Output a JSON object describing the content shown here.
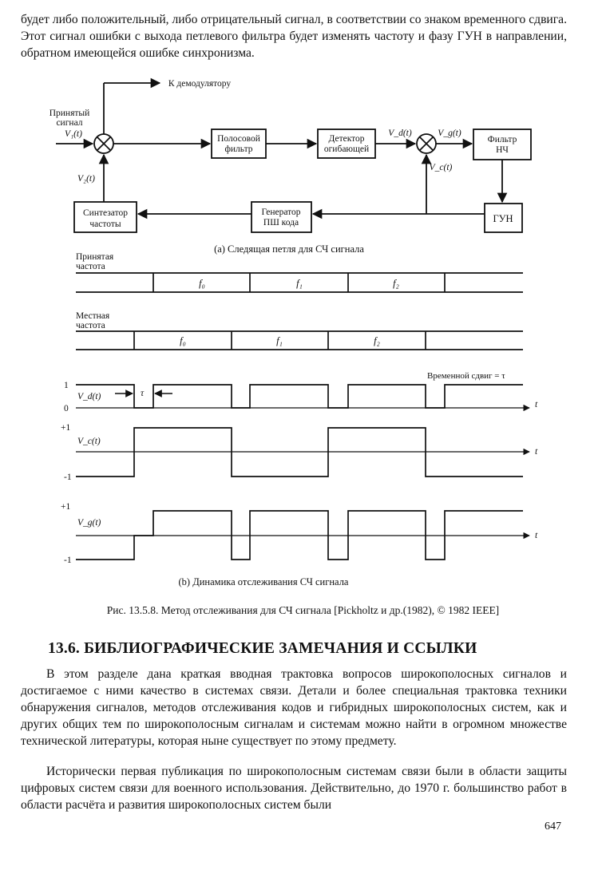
{
  "top_paragraph": "будет либо положительный, либо отрицательный сигнал, в соответствии со знаком временного сдвига. Этот сигнал ошибки с выхода петлевого фильтра будет изменять частоту и фазу ГУН в направлении, обратном имеющейся ошибке синхронизма.",
  "block_diagram": {
    "to_demodulator": "К демодулятору",
    "received_signal_line1": "Принятый",
    "received_signal_line2": "сигнал",
    "v1": "V₁(t)",
    "v2": "V₂(t)",
    "vd": "V_d(t)",
    "vg": "V_g(t)",
    "vc": "V_c(t)",
    "bandpass_line1": "Полосовой",
    "bandpass_line2": "фильтр",
    "detector_line1": "Детектор",
    "detector_line2": "огибающей",
    "lpf_line1": "Фильтр",
    "lpf_line2": "НЧ",
    "vco": "ГУН",
    "pn_gen_line1": "Генератор",
    "pn_gen_line2": "ПШ кода",
    "synth_line1": "Синтезатор",
    "synth_line2": "частоты",
    "caption": "(a) Следящая петля для СЧ сигнала"
  },
  "timing": {
    "received_freq_line1": "Принятая",
    "received_freq_line2": "частота",
    "received_slots": [
      "f₀",
      "f₁",
      "f₂"
    ],
    "local_freq_line1": "Местная",
    "local_freq_line2": "частота",
    "local_slots": [
      "f₀",
      "f₁",
      "f₂"
    ],
    "time_shift_label": "Временной сдвиг = τ",
    "tau": "τ",
    "vd_label": "V_d(t)",
    "vd_high": "1",
    "vd_low": "0",
    "vc_label": "V_c(t)",
    "vc_high": "+1",
    "vc_low": "-1",
    "vg_label": "V_g(t)",
    "vg_high": "+1",
    "vg_low": "-1",
    "t_axis": "t",
    "caption": "(b) Динамика отслеживания СЧ сигнала"
  },
  "figure_caption": "Рис. 13.5.8. Метод отслеживания для СЧ сигнала [Pickholtz и др.(1982), © 1982 IEEE]",
  "section_heading": "13.6. БИБЛИОГРАФИЧЕСКИЕ ЗАМЕЧАНИЯ И ССЫЛКИ",
  "paragraph_1": "В этом разделе дана краткая вводная трактовка вопросов широкополосных сигналов и достигаемое с ними качество в системах связи. Детали и более специальная трактовка техники обнаружения сигналов, методов отслеживания кодов и гибридных широкополосных систем, как и других общих тем по широкополосным сигналам и системам можно найти в огромном множестве технической литературы, которая ныне существует по этому предмету.",
  "paragraph_2": "Исторически первая публикация по широкополосным системам связи были в области защиты цифровых систем связи для военного использования. Действительно, до 1970 г. большинство работ в области расчёта и развития широкополосных систем были",
  "page_number": "647"
}
